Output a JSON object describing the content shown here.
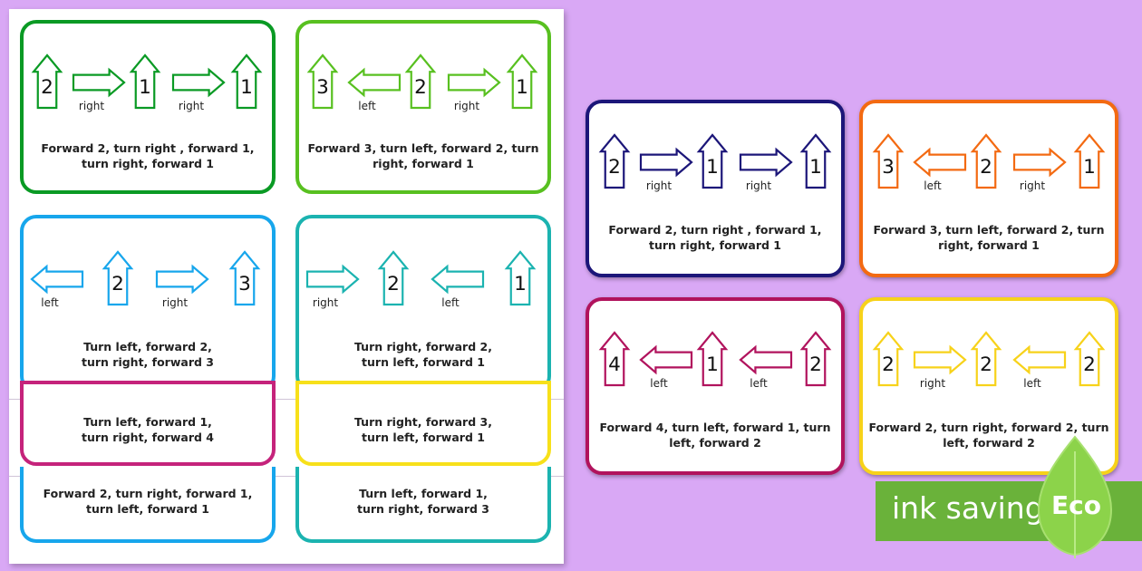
{
  "sheet_cards": [
    {
      "color": "#0a9a24",
      "arrows": [
        "2",
        "right",
        "1",
        "right",
        "1"
      ],
      "lines": [
        "Forward 2, turn right , forward 1,",
        "turn right, forward 1"
      ]
    },
    {
      "color": "#58c020",
      "arrows": [
        "3",
        "left",
        "2",
        "right",
        "1"
      ],
      "lines": [
        "Forward 3, turn left, forward 2, turn",
        "right, forward 1"
      ]
    },
    {
      "color": "#17a6ec",
      "arrows": [
        "left",
        "2",
        "right",
        "3"
      ],
      "lines": [
        "Turn left, forward 2,",
        "turn right, forward 3"
      ]
    },
    {
      "color": "#1bb3b0",
      "arrows": [
        "right",
        "2",
        "left",
        "1"
      ],
      "lines": [
        "Turn right, forward 2,",
        "turn left, forward 1"
      ]
    },
    {
      "color": "#c5237b",
      "lines": [
        "Turn left, forward 1,",
        "turn right, forward 4"
      ]
    },
    {
      "color": "#f7e01a",
      "lines": [
        "Turn right, forward 3,",
        "turn left, forward 1"
      ]
    },
    {
      "color": "#17a6ec",
      "lines": [
        "Forward 2, turn right, forward 1,",
        "turn left, forward 1"
      ]
    },
    {
      "color": "#1bb3b0",
      "lines": [
        "Turn left, forward 1,",
        "turn right, forward 3"
      ]
    }
  ],
  "float_cards": [
    {
      "color": "#1c1679",
      "arrows": [
        "2",
        "right",
        "1",
        "right",
        "1"
      ],
      "lines": [
        "Forward 2, turn right , forward 1,",
        "turn right, forward 1"
      ]
    },
    {
      "color": "#f36a12",
      "arrows": [
        "3",
        "left",
        "2",
        "right",
        "1"
      ],
      "lines": [
        "Forward 3, turn left, forward 2, turn",
        "right, forward 1"
      ]
    },
    {
      "color": "#b1135d",
      "arrows": [
        "4",
        "left",
        "1",
        "left",
        "2"
      ],
      "lines": [
        "Forward 4, turn left, forward 1, turn",
        "left, forward 2"
      ]
    },
    {
      "color": "#f7d21a",
      "arrows": [
        "2",
        "right",
        "2",
        "left",
        "2"
      ],
      "lines": [
        "Forward 2, turn right, forward 2, turn",
        "left, forward 2"
      ]
    }
  ],
  "badge": {
    "text": "ink saving",
    "leaf_text": "Eco",
    "green": "#6ab23a"
  }
}
